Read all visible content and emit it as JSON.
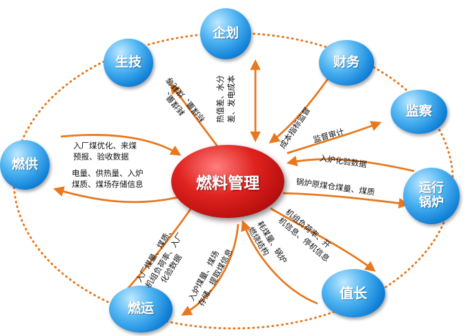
{
  "center": "燃料管理",
  "nodes": {
    "qihua": "企划",
    "shengji": "生技",
    "caiwu": "财务",
    "jiancha": "监察",
    "ranggong": "燃供",
    "yunxing": "运行锅炉",
    "zhizhang": "值长",
    "ranyun": "燃运"
  },
  "labels": {
    "shengji_l1": "耗煤量、",
    "shengji_l2": "标煤量、煤耗等",
    "qihua_l1": "热值差、水分",
    "qihua_l2": "差、发电成本",
    "caiwu": "成本指标监督",
    "jiancha": "监督审计",
    "ranggong_in_l1": "入厂煤优化、来煤",
    "ranggong_in_l2": "预报、验收数据",
    "ranggong_out_l1": "电量、供热量、入炉",
    "ranggong_out_l2": "煤质、煤场存储信息",
    "yunxing_in": "入炉化验数据",
    "yunxing_out": "锅炉原煤仓煤量、煤质",
    "zhizhang_out_l1": "机组负荷率、开",
    "zhizhang_out_l2": "机信息、停机信息",
    "zhizhang_in_l1": "耗煤量、锅炉",
    "zhizhang_in_l2": "燃烧结构",
    "ranyun_in_l1": "入厂煤量、煤质、",
    "ranyun_in_l2": "机组负荷率、入厂",
    "ranyun_in_l3": "化验数据",
    "ranyun_out_l1": "入炉煤量、煤场",
    "ranyun_out_l2": "存储、提取煤信息"
  }
}
